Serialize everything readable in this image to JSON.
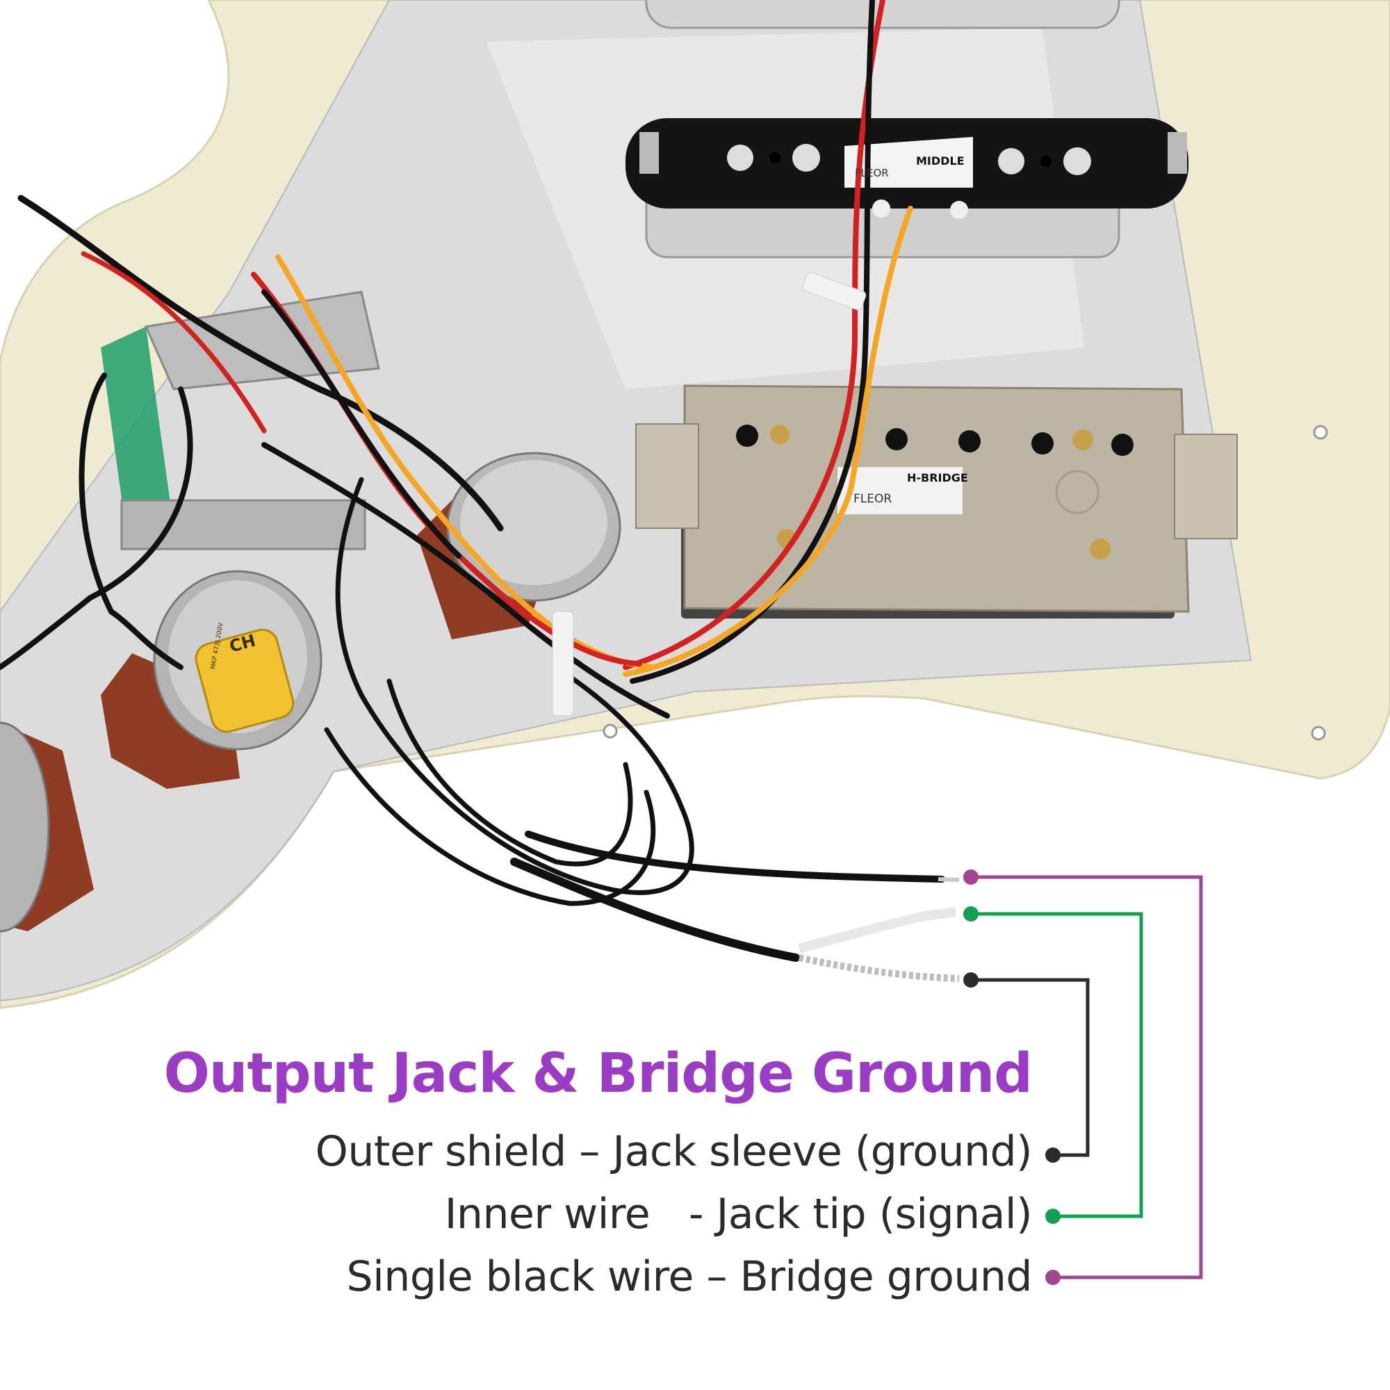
{
  "heading": "Output Jack & Bridge Ground",
  "legend": [
    {
      "text": "Outer shield – Jack sleeve (ground)",
      "color": "#2b2b2b",
      "wire": "dark-gray"
    },
    {
      "text": "Inner wire   - Jack tip (signal)",
      "color": "#14a050",
      "wire": "green"
    },
    {
      "text": "Single black wire – Bridge ground",
      "color": "#a0468c",
      "wire": "magenta"
    }
  ],
  "colors": {
    "heading": "#9a3cc4",
    "ground_line": "#2b2b2b",
    "signal_line": "#14a050",
    "bridge_line": "#a0468c",
    "pickguard": "#efead2",
    "shield": "#dcdcdc"
  },
  "pickups": {
    "middle": {
      "label": "MIDDLE",
      "brand": "FLEOR"
    },
    "bridge": {
      "label": "H-BRIDGE",
      "brand": "FLEOR"
    }
  },
  "capacitor": {
    "brand": "CH",
    "spec": "MKP 473J 200V"
  }
}
